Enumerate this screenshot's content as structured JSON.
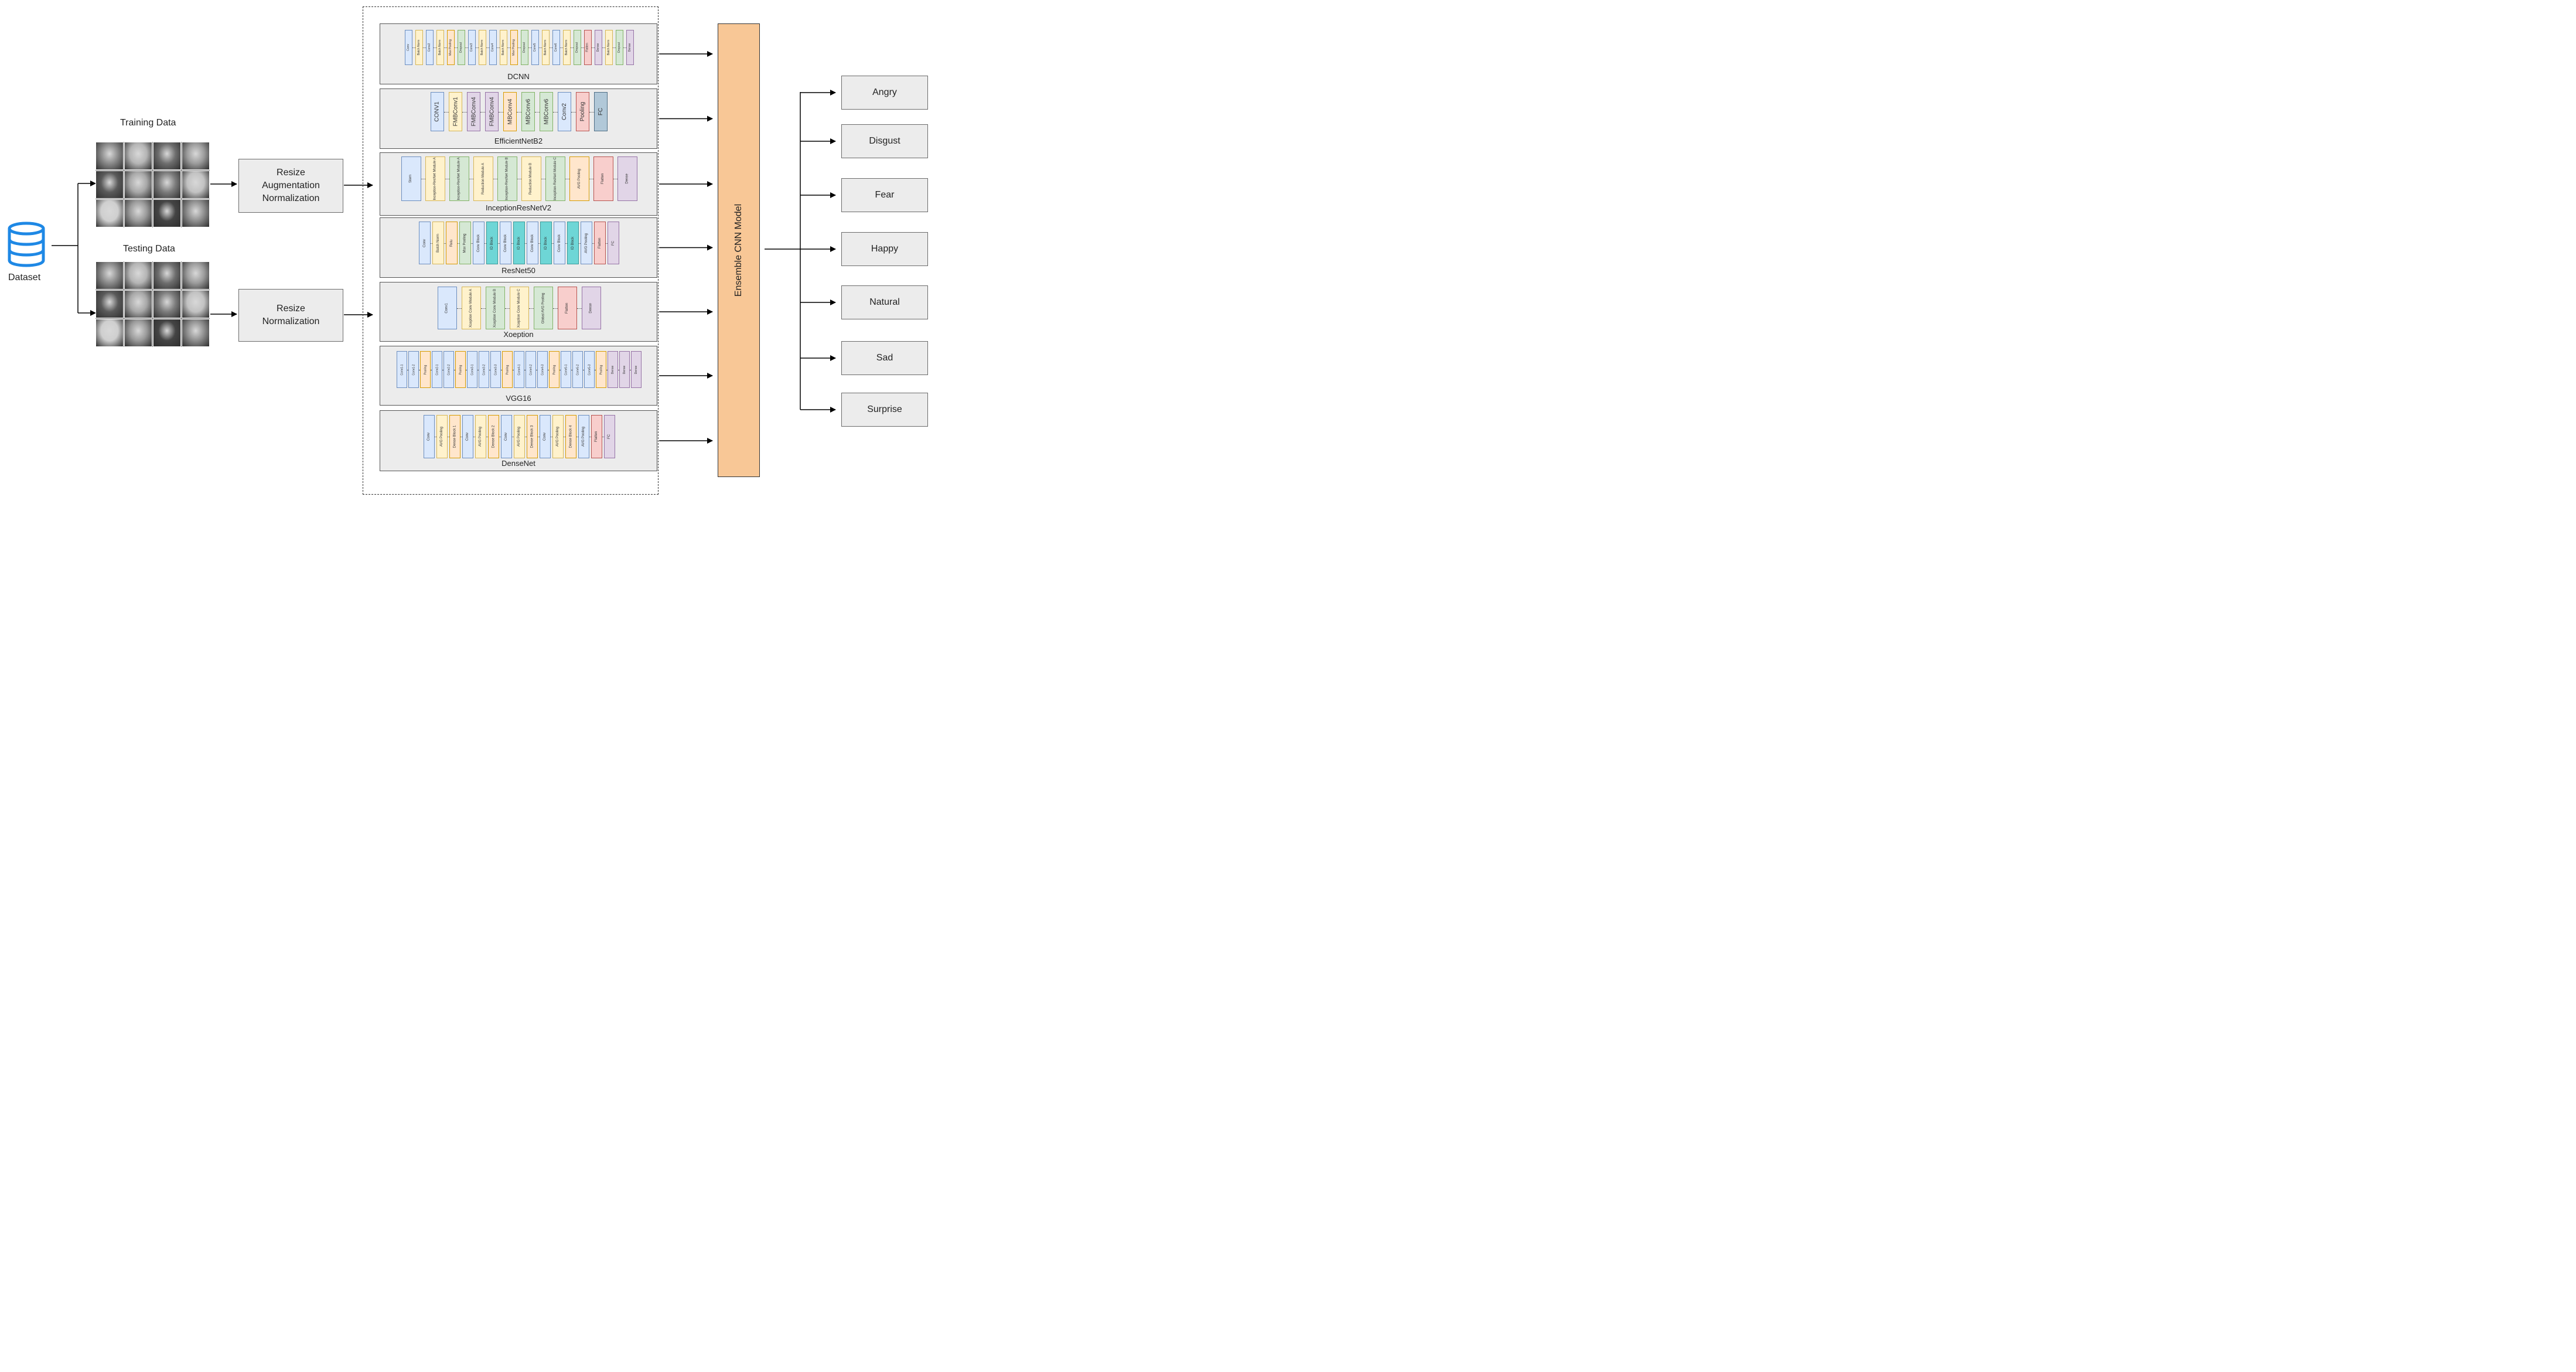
{
  "dataset": {
    "label": "Dataset"
  },
  "training": {
    "title": "Training Data"
  },
  "testing": {
    "title": "Testing Data"
  },
  "preprocess_train": {
    "lines": [
      "Resize",
      "Augmentation",
      "Normalization"
    ]
  },
  "preprocess_test": {
    "lines": [
      "Resize",
      "Normalization"
    ]
  },
  "face_grid": {
    "tones": [
      "#8a8a8a",
      "#b5b5b5",
      "#6e6e6e",
      "#9c9c9c",
      "#5a5a5a",
      "#a8a8a8",
      "#7c7c7c",
      "#c2c2c2",
      "#cfcfcf",
      "#9a9a9a",
      "#444444",
      "#8f8f8f"
    ]
  },
  "models": [
    {
      "name": "DCNN",
      "layers": [
        {
          "t": "Conv",
          "c": "blue"
        },
        {
          "t": "Batch Norm",
          "c": "yellow"
        },
        {
          "t": "Conv2",
          "c": "blue"
        },
        {
          "t": "Batch Norm",
          "c": "yellow"
        },
        {
          "t": "Max Pooling",
          "c": "orange"
        },
        {
          "t": "Dropout",
          "c": "green"
        },
        {
          "t": "Conv3",
          "c": "blue"
        },
        {
          "t": "Batch Norm",
          "c": "yellow"
        },
        {
          "t": "Conv4",
          "c": "blue"
        },
        {
          "t": "Batch Norm",
          "c": "yellow"
        },
        {
          "t": "Max Pooling",
          "c": "orange"
        },
        {
          "t": "Dropout",
          "c": "green"
        },
        {
          "t": "Conv5",
          "c": "blue"
        },
        {
          "t": "Batch Norm",
          "c": "yellow"
        },
        {
          "t": "Conv6",
          "c": "blue"
        },
        {
          "t": "Batch Norm",
          "c": "yellow"
        },
        {
          "t": "Dropout",
          "c": "green"
        },
        {
          "t": "Flatten",
          "c": "pink"
        },
        {
          "t": "Dense",
          "c": "purple"
        },
        {
          "t": "Batch Norm",
          "c": "yellow"
        },
        {
          "t": "Dropout",
          "c": "green"
        },
        {
          "t": "Dense",
          "c": "purple"
        }
      ]
    },
    {
      "name": "EfficientNetB2",
      "layers": [
        {
          "t": "CONV1",
          "c": "blue"
        },
        {
          "t": "FMBConv1",
          "c": "yellow"
        },
        {
          "t": "FMBConv4",
          "c": "purple"
        },
        {
          "t": "FMBConv4",
          "c": "purple"
        },
        {
          "t": "MBConv4",
          "c": "orange"
        },
        {
          "t": "MBConv6",
          "c": "green"
        },
        {
          "t": "MBConv6",
          "c": "green"
        },
        {
          "t": "Conv2",
          "c": "blue"
        },
        {
          "t": "Pooling",
          "c": "pink"
        },
        {
          "t": "FC",
          "c": "steel"
        }
      ]
    },
    {
      "name": "InceptionResNetV2",
      "layers": [
        {
          "t": "Stem",
          "c": "blue"
        },
        {
          "t": "Inception-ResNet Module A",
          "c": "yellow"
        },
        {
          "t": "Inception-ResNet Module A",
          "c": "green"
        },
        {
          "t": "Reduction Module A",
          "c": "yellow"
        },
        {
          "t": "Inception-ResNet Module B",
          "c": "green"
        },
        {
          "t": "Reduction Module B",
          "c": "yellow"
        },
        {
          "t": "Inception-ResNet Module C",
          "c": "green"
        },
        {
          "t": "AVG Pooling",
          "c": "orange"
        },
        {
          "t": "Flatten",
          "c": "pink"
        },
        {
          "t": "Dense",
          "c": "purple"
        }
      ]
    },
    {
      "name": "ResNet50",
      "layers": [
        {
          "t": "Conv",
          "c": "blue"
        },
        {
          "t": "Batch Norm",
          "c": "yellow"
        },
        {
          "t": "Relu",
          "c": "orange"
        },
        {
          "t": "Max Pooling",
          "c": "green"
        },
        {
          "t": "Conv Block",
          "c": "blue"
        },
        {
          "t": "ID Block",
          "c": "teal"
        },
        {
          "t": "Conv Block",
          "c": "blue"
        },
        {
          "t": "ID Block",
          "c": "teal"
        },
        {
          "t": "Conv Block",
          "c": "blue"
        },
        {
          "t": "ID Block",
          "c": "teal"
        },
        {
          "t": "Conv Block",
          "c": "blue"
        },
        {
          "t": "ID Block",
          "c": "teal"
        },
        {
          "t": "AVG Pooling",
          "c": "blue"
        },
        {
          "t": "Flatten",
          "c": "pink"
        },
        {
          "t": "FC",
          "c": "purple"
        }
      ]
    },
    {
      "name": "Xoeption",
      "layers": [
        {
          "t": "Conv1",
          "c": "blue"
        },
        {
          "t": "Xception Conv Module A",
          "c": "yellow"
        },
        {
          "t": "Xception Conv Module B",
          "c": "green"
        },
        {
          "t": "Xception Conv Module C",
          "c": "yellow"
        },
        {
          "t": "Global AVG Pooling",
          "c": "green"
        },
        {
          "t": "Flatten",
          "c": "pink"
        },
        {
          "t": "Dense",
          "c": "purple"
        }
      ]
    },
    {
      "name": "VGG16",
      "layers": [
        {
          "t": "Conv1-1",
          "c": "blue"
        },
        {
          "t": "Conv1-2",
          "c": "blue"
        },
        {
          "t": "Pooling",
          "c": "orange"
        },
        {
          "t": "Conv2-1",
          "c": "blue"
        },
        {
          "t": "Conv2-2",
          "c": "blue"
        },
        {
          "t": "Pooling",
          "c": "orange"
        },
        {
          "t": "Conv3-1",
          "c": "blue"
        },
        {
          "t": "Conv3-2",
          "c": "blue"
        },
        {
          "t": "Conv3-3",
          "c": "blue"
        },
        {
          "t": "Pooling",
          "c": "orange"
        },
        {
          "t": "Conv4-1",
          "c": "blue"
        },
        {
          "t": "Conv4-2",
          "c": "blue"
        },
        {
          "t": "Conv4-3",
          "c": "blue"
        },
        {
          "t": "Pooling",
          "c": "orange"
        },
        {
          "t": "Conv5-1",
          "c": "blue"
        },
        {
          "t": "Conv5-2",
          "c": "blue"
        },
        {
          "t": "Conv5-3",
          "c": "blue"
        },
        {
          "t": "Pooling",
          "c": "orange"
        },
        {
          "t": "Dense",
          "c": "purple"
        },
        {
          "t": "Dense",
          "c": "purple"
        },
        {
          "t": "Dense",
          "c": "purple"
        }
      ]
    },
    {
      "name": "DenseNet",
      "layers": [
        {
          "t": "Conv",
          "c": "blue"
        },
        {
          "t": "AVG Pooling",
          "c": "yellow"
        },
        {
          "t": "Dense Block 1",
          "c": "orange"
        },
        {
          "t": "Conv",
          "c": "blue"
        },
        {
          "t": "AVG Pooling",
          "c": "yellow"
        },
        {
          "t": "Dense Block 2",
          "c": "orange"
        },
        {
          "t": "Conv",
          "c": "blue"
        },
        {
          "t": "AVG Pooling",
          "c": "yellow"
        },
        {
          "t": "Dense Block 3",
          "c": "orange"
        },
        {
          "t": "Conv",
          "c": "blue"
        },
        {
          "t": "AVG Pooling",
          "c": "yellow"
        },
        {
          "t": "Dense Block 4",
          "c": "orange"
        },
        {
          "t": "AVG Pooling",
          "c": "blue"
        },
        {
          "t": "Flatten",
          "c": "pink"
        },
        {
          "t": "FC",
          "c": "purple"
        }
      ]
    }
  ],
  "ensemble": {
    "label": "Ensemble CNN Model"
  },
  "emotions": [
    "Angry",
    "Disgust",
    "Fear",
    "Happy",
    "Natural",
    "Sad",
    "Surprise"
  ],
  "colors": {
    "panel": "#ececec",
    "ensemble": "#f8c796",
    "dataset_icon": "#1e88e5",
    "blue": "#dae8fc",
    "blue_border": "#6c8ebf",
    "yellow": "#fff2cc",
    "yellow_border": "#d6b656",
    "orange": "#ffe6cc",
    "orange_border": "#d79b00",
    "green": "#d5e8d4",
    "green_border": "#82b366",
    "pink": "#f8cecc",
    "pink_border": "#b85450",
    "purple": "#e1d5e7",
    "purple_border": "#9673a6",
    "teal": "#6ed6d6",
    "teal_border": "#3a9a9a",
    "steel": "#b1c8d8",
    "steel_border": "#4f6e85"
  }
}
